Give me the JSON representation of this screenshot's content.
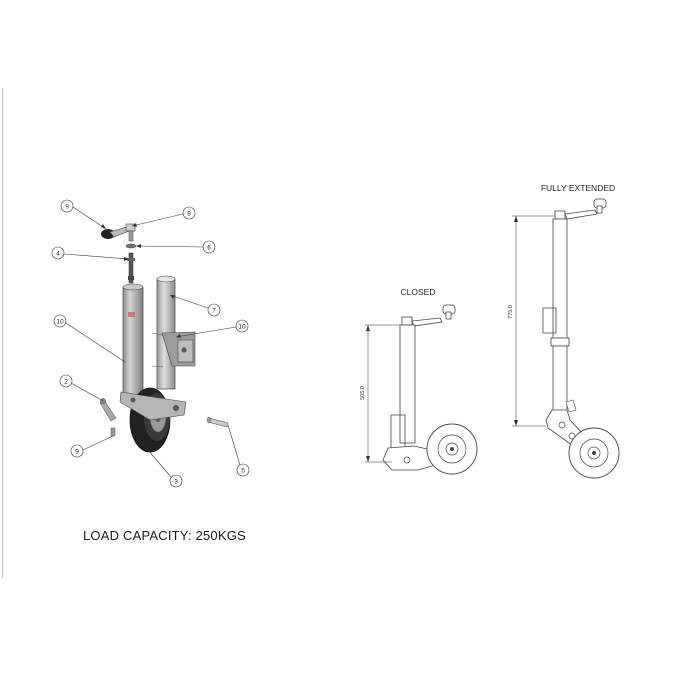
{
  "caption": "LOAD CAPACITY: 250KGS",
  "views": {
    "closed": {
      "title": "CLOSED",
      "dimension": "505.0"
    },
    "extended": {
      "title": "FULLY EXTENDED",
      "dimension": "775.0"
    }
  },
  "callouts": [
    "9",
    "8",
    "4",
    "6",
    "7",
    "10",
    "10",
    "2",
    "9",
    "3",
    "5"
  ],
  "colors": {
    "line": "#333333",
    "tube": "#a9a9a9",
    "tube_light": "#cfcfcf",
    "wheel": "#2b2b2b"
  }
}
